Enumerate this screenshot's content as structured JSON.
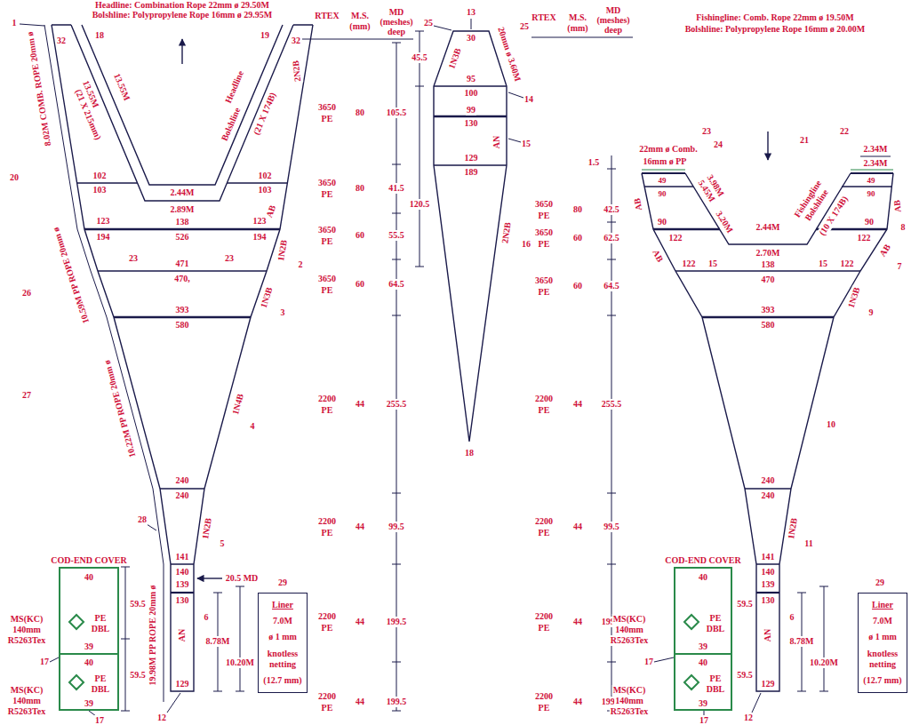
{
  "diagram": {
    "nodes": [
      {
        "text": [
          "COD-END COVER",
          "40",
          "PE DBL",
          "39",
          "40",
          "PE DBL",
          "39"
        ]
      },
      {
        "text": [
          "Liner",
          "7.0M",
          "ø 1 mm",
          "knotless netting",
          "(12.7 mm)"
        ]
      },
      {
        "text": [
          "COD-END COVER",
          "40",
          "PE DBL",
          "39",
          "40",
          "PE DBL",
          "39"
        ]
      },
      {
        "text": [
          "Liner",
          "7.0M",
          "ø 1 mm",
          "knotless netting",
          "(12.7 mm)"
        ]
      }
    ],
    "labels": [
      "Headline: Combination Rope 22mm ø 29.50M",
      "Bolshline: Polypropylene Rope 16mm ø 29.95M",
      "1",
      "18",
      "19",
      "32",
      "32",
      "20",
      "8.02M COMB. ROPE 20mm ø",
      "13.55M",
      "(21 X 215mm)",
      "13.55M",
      "Headline",
      "Bolshline",
      "(21 X 174B)",
      "2N2B",
      "2.44M",
      "2.89M",
      "102",
      "103",
      "AB",
      "102",
      "103",
      "123",
      "194",
      "138",
      "526",
      "123",
      "194",
      "23",
      "23",
      "1N2B",
      "2",
      "471",
      "470,",
      "26",
      "10.59M PP ROPE 20mm ø",
      "1N3B",
      "3",
      "393",
      "580",
      "1N4B",
      "4",
      "27",
      "10.22M PP ROPE 20mm ø",
      "240",
      "240",
      "1N2B",
      "5",
      "28",
      "141",
      "140",
      "20.5 MD",
      "139",
      "130",
      "AN",
      "6",
      "19.98M PP ROPE 20mm ø",
      "8.78M",
      "10.20M",
      "129",
      "12",
      "29",
      "MS(KC)",
      "140mm",
      "R5263Tex",
      "59.5",
      "17",
      "MS(KC)",
      "140mm",
      "R5263Tex",
      "59.5",
      "17",
      "RTEX",
      "M.S.",
      "(mm)",
      "MD",
      "(meshes)",
      "deep",
      "3650",
      "PE",
      "80",
      "105.5",
      "3650",
      "PE",
      "80",
      "41.5",
      "3650",
      "PE",
      "60",
      "55.5",
      "3650",
      "PE",
      "60",
      "64.5",
      "2200",
      "PE",
      "44",
      "255.5",
      "2200",
      "PE",
      "44",
      "99.5",
      "2200",
      "PE",
      "44",
      "199.5",
      "2200",
      "PE",
      "44",
      "199.5",
      "25",
      "13",
      "25",
      "30",
      "45.5",
      "1N3B",
      "20mm ø 3.60M",
      "95",
      "100",
      "14",
      "120.5",
      "99",
      "130",
      "AN",
      "15",
      "129",
      "189",
      "2N2B",
      "16",
      "18",
      "RTEX",
      "M.S.",
      "(mm)",
      "MD",
      "(meshes)",
      "deep",
      "1.5",
      "3650",
      "PE",
      "80",
      "42.5",
      "3650",
      "PE",
      "60",
      "62.5",
      "3650",
      "PE",
      "60",
      "64.5",
      "2200",
      "PE",
      "44",
      "255.5",
      "2200",
      "PE",
      "44",
      "99.5",
      "2200",
      "PE",
      "44",
      "199.5",
      "2200",
      "PE",
      "44",
      "199.5",
      "Fishingline: Comb. Rope 22mm ø 19.50M",
      "Bolshline: Polypropylene Rope 16mm ø 20.00M",
      "23",
      "24",
      "21",
      "22",
      "2.34M",
      "2.34M",
      "22mm ø Comb.",
      "16mm ø PP",
      "49",
      "90",
      "49",
      "90",
      "AB",
      "5.45M",
      "3.98M",
      "3.20M",
      "Fishingline",
      "Bolshline",
      "(10 X 174B)",
      "AB",
      "8",
      "2.44M",
      "2.70M",
      "90",
      "122",
      "90",
      "122",
      "AB",
      "AB",
      "7",
      "122",
      "15",
      "138",
      "470",
      "15",
      "122",
      "1N3B",
      "9",
      "393",
      "580",
      "10",
      "240",
      "240",
      "1N2B",
      "11",
      "141",
      "140",
      "139",
      "130",
      "AN",
      "6",
      "8.78M",
      "10.20M",
      "129",
      "12",
      "29",
      "MS(KC)",
      "140mm",
      "R5263Tex",
      "59.5",
      "17",
      "MS(KC)",
      "140mm",
      "R5263Tex",
      "59.5",
      "17"
    ]
  }
}
